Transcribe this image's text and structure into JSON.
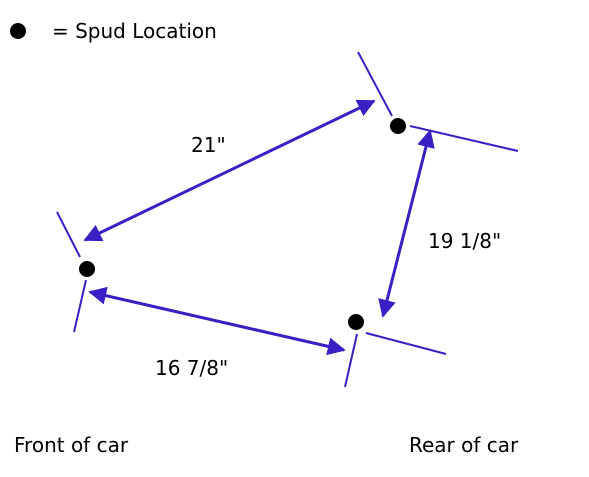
{
  "legend": {
    "marker_icon": "black-dot-icon",
    "text": "= Spud Location"
  },
  "measurements": {
    "top_edge": "21\"",
    "right_edge": "19 1/8\"",
    "bottom_edge": "16 7/8\""
  },
  "orientation": {
    "front": "Front of car",
    "rear": "Rear of car"
  },
  "colors": {
    "line": "#3a1fc4",
    "dot": "#000000",
    "text": "#000000"
  }
}
